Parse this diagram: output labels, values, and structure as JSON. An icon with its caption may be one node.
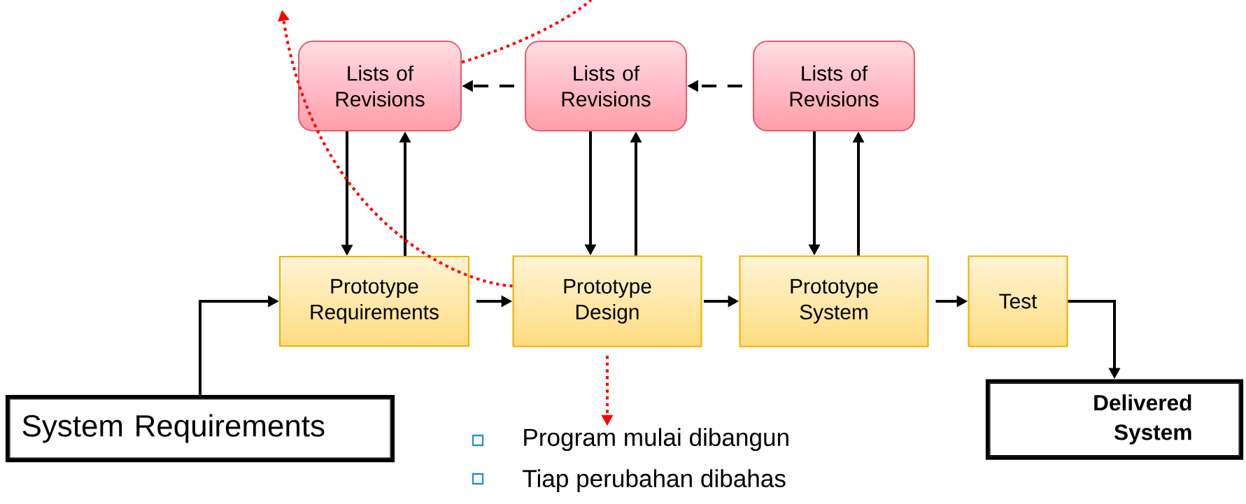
{
  "diagram": {
    "nodes": [
      {
        "text": [
          "Lists of Revisions"
        ]
      },
      {
        "text": [
          "Lists of Revisions"
        ]
      },
      {
        "text": [
          "Lists of Revisions"
        ]
      },
      {
        "text": [
          "Prototype Requirements"
        ]
      },
      {
        "text": [
          "Prototype Design"
        ]
      },
      {
        "text": [
          "Prototype System"
        ]
      },
      {
        "text": [
          "Test"
        ]
      },
      {
        "text": [
          "System Requirements"
        ]
      },
      {
        "text": [
          "Delivered System"
        ]
      },
      {
        "text": [
          "Program mulai dibangun",
          "Tiap perubahan dibahas"
        ]
      }
    ],
    "edges": [
      {
        "from": 7,
        "to": 3,
        "arrow": "to"
      },
      {
        "from": 3,
        "to": 4,
        "arrow": "to"
      },
      {
        "from": 4,
        "to": 5,
        "arrow": "to"
      },
      {
        "from": 5,
        "to": 6,
        "arrow": "to"
      },
      {
        "from": 6,
        "to": 8,
        "arrow": "to"
      },
      {
        "from": 0,
        "to": 3,
        "arrow": "to"
      },
      {
        "from": 3,
        "to": 0,
        "arrow": "to"
      },
      {
        "from": 1,
        "to": 4,
        "arrow": "to"
      },
      {
        "from": 4,
        "to": 1,
        "arrow": "to"
      },
      {
        "from": 2,
        "to": 5,
        "arrow": "to"
      },
      {
        "from": 5,
        "to": 2,
        "arrow": "to"
      },
      {
        "from": 1,
        "to": 0,
        "arrow": "to",
        "style": "dashed"
      },
      {
        "from": 2,
        "to": 1,
        "arrow": "to",
        "style": "dashed"
      },
      {
        "from": 4,
        "to": null,
        "arrow": "to",
        "style": "dashed",
        "color": "#ff0000"
      },
      {
        "from": 0,
        "to": null,
        "arrow": "none",
        "style": "dashed",
        "color": "#ff0000"
      },
      {
        "from": 4,
        "to": 9,
        "arrow": "to",
        "style": "dashed",
        "color": "#ff0000"
      }
    ]
  }
}
